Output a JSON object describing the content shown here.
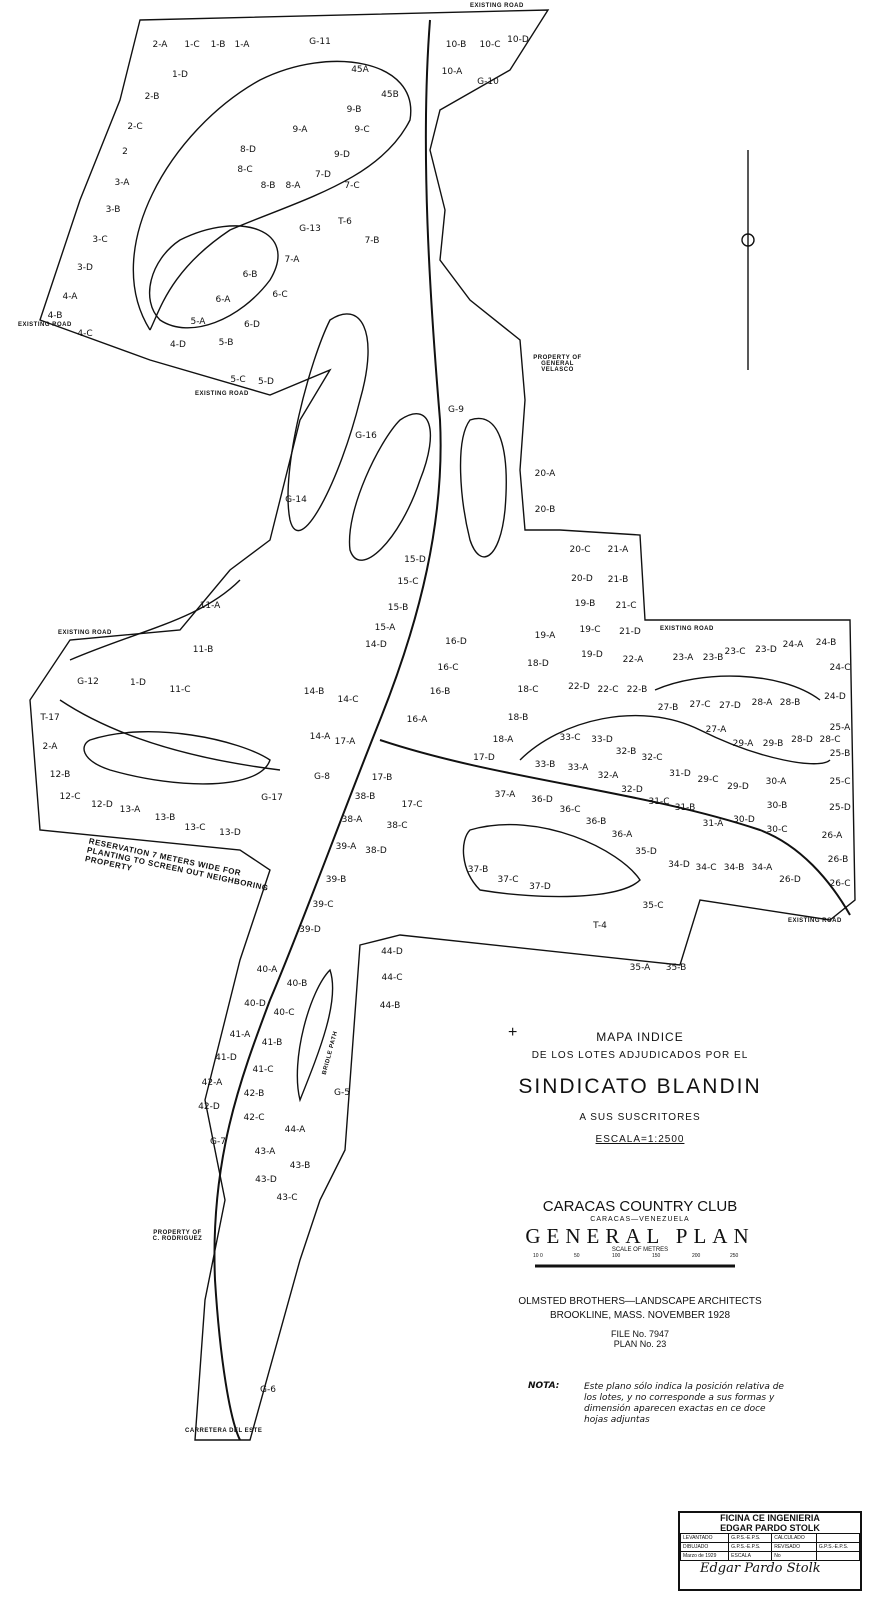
{
  "title_block": {
    "line1": "MAPA INDICE",
    "line2": "DE LOS LOTES ADJUDICADOS POR EL",
    "line3": "SINDICATO BLANDIN",
    "line4": "A SUS SUSCRITORES",
    "scale_text": "ESCALA=1:2500",
    "club": "CARACAS COUNTRY CLUB",
    "location": "CARACAS—VENEZUELA",
    "plan_title": "GENERAL PLAN",
    "scale_label": "SCALE OF METRES",
    "scale_ticks": [
      "10 0",
      "50",
      "100",
      "150",
      "200",
      "250"
    ],
    "architects": "OLMSTED BROTHERS—LANDSCAPE ARCHITECTS",
    "place_date": "BROOKLINE, MASS.  NOVEMBER 1928",
    "file_no": "FILE No. 7947",
    "plan_no": "PLAN No. 23"
  },
  "nota": {
    "label": "NOTA:",
    "text": "Este plano sólo indica la posición relativa de los lotes, y no corresponde a sus formas y dimensión aparecen exactas en ce doce hojas adjuntas"
  },
  "stamp": {
    "office": "FICINA CE INGENIERIA",
    "name": "EDGAR PARDO STOLK",
    "rows": [
      [
        "LEVANTADO",
        "G.P.S.-E.P.S.",
        "CALCULADO",
        ""
      ],
      [
        "DIBUJADO",
        "G.P.S.-E.P.S.",
        "REVISADO",
        "G.P.S.-E.P.S."
      ],
      [
        "Marzo de 1929",
        "ESCALA",
        "No",
        ""
      ]
    ]
  },
  "map_notes": {
    "existing_road": "EXISTING ROAD",
    "property_velasco": "PROPERTY OF GENERAL VELASCO",
    "property_rodriguez": "PROPERTY OF C. RODRIGUEZ",
    "carretera": "CARRETERA DEL ESTE",
    "reservation": "RESERVATION 7 METERS WIDE FOR PLANTING TO SCREEN OUT NEIGHBORING PROPERTY",
    "bridle_path": "BRIDLE PATH"
  },
  "lots": [
    "2-A",
    "1-C",
    "1-B",
    "1-A",
    "1-D",
    "2-B",
    "2-C",
    "2",
    "3-A",
    "3-B",
    "3-C",
    "3-D",
    "4-A",
    "4-B",
    "4-C",
    "G-11",
    "10-B",
    "10-C",
    "10-D",
    "10-A",
    "G-10",
    "45A",
    "45B",
    "9-B",
    "9-C",
    "9-A",
    "8-D",
    "8-C",
    "8-B",
    "8-A",
    "7-D",
    "9-D",
    "7-C",
    "G-13",
    "7-B",
    "T-6",
    "7-A",
    "6-B",
    "6-C",
    "6-A",
    "5-A",
    "6-D",
    "4-D",
    "5-B",
    "5-C",
    "5-D",
    "G-9",
    "G-16",
    "G-14",
    "20-A",
    "20-B",
    "20-C",
    "21-A",
    "20-D",
    "21-B",
    "19-B",
    "21-C",
    "19-C",
    "21-D",
    "19-D",
    "22-A",
    "22-D",
    "22-C",
    "22-B",
    "23-A",
    "23-B",
    "23-C",
    "23-D",
    "24-A",
    "24-B",
    "24-C",
    "24-D",
    "25-A",
    "25-B",
    "25-C",
    "25-D",
    "26-A",
    "26-B",
    "26-C",
    "27-B",
    "27-C",
    "27-D",
    "28-A",
    "28-B",
    "27-A",
    "29-A",
    "29-B",
    "28-D",
    "28-C",
    "11-A",
    "11-B",
    "11-C",
    "1-D",
    "G-12",
    "T-17",
    "2-A",
    "12-B",
    "12-C",
    "12-D",
    "13-A",
    "13-B",
    "13-C",
    "13-D",
    "15-D",
    "15-C",
    "15-B",
    "15-A",
    "14-D",
    "16-D",
    "16-C",
    "16-B",
    "16-A",
    "14-B",
    "14-C",
    "14-A",
    "17-A",
    "19-A",
    "18-D",
    "18-C",
    "18-B",
    "18-A",
    "17-D",
    "17-B",
    "17-C",
    "38-B",
    "38-A",
    "38-C",
    "39-A",
    "38-D",
    "39-B",
    "39-C",
    "39-D",
    "33-C",
    "33-D",
    "32-B",
    "32-C",
    "31-D",
    "29-C",
    "29-D",
    "30-A",
    "33-B",
    "33-A",
    "32-A",
    "32-D",
    "31-C",
    "31-B",
    "31-A",
    "30-D",
    "30-B",
    "30-C",
    "37-A",
    "36-D",
    "36-C",
    "36-B",
    "36-A",
    "35-D",
    "34-D",
    "34-C",
    "34-B",
    "34-A",
    "26-D",
    "37-B",
    "37-C",
    "37-D",
    "35-C",
    "T-4",
    "35-A",
    "35-B",
    "44-D",
    "44-C",
    "44-B",
    "40-A",
    "40-B",
    "40-D",
    "40-C",
    "41-A",
    "41-B",
    "41-D",
    "41-C",
    "42-A",
    "42-B",
    "42-D",
    "42-C",
    "44-A",
    "G-5",
    "G-7",
    "43-A",
    "43-B",
    "43-D",
    "43-C",
    "G-6",
    "G-8",
    "G-17"
  ]
}
